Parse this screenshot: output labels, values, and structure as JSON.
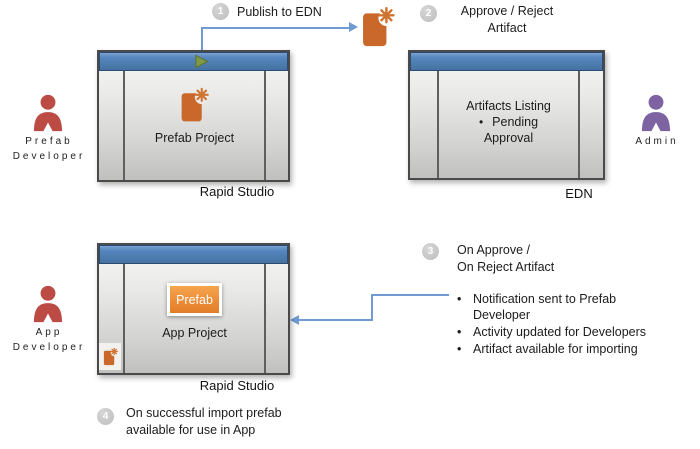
{
  "step1": {
    "number": "1",
    "label": "Publish to EDN"
  },
  "step2": {
    "number": "2",
    "line1": "Approve / Reject",
    "line2": "Artifact"
  },
  "step3": {
    "number": "3",
    "line1": "On Approve /",
    "line2": "On Reject Artifact",
    "bullets": [
      "Notification sent to Prefab Developer",
      "Activity updated for Developers",
      "Artifact available for importing"
    ]
  },
  "step4": {
    "number": "4",
    "line1": "On successful import prefab",
    "line2": "available for use in App"
  },
  "actors": {
    "prefab_developer": {
      "line1": "Prefab",
      "line2": "Developer"
    },
    "admin": {
      "label": "Admin"
    },
    "app_developer": {
      "line1": "App",
      "line2": "Developer"
    }
  },
  "windows": {
    "rapid_studio_top": {
      "content": "Prefab Project",
      "caption": "Rapid Studio"
    },
    "edn": {
      "listing_title": "Artifacts Listing",
      "listing_item_line1": "Pending",
      "listing_item_line2": "Approval",
      "caption": "EDN"
    },
    "rapid_studio_bottom": {
      "button": "Prefab",
      "content": "App Project",
      "caption": "Rapid Studio"
    }
  },
  "icons": {
    "artifact": "document-with-star-icon",
    "play": "play-icon",
    "person": "person-icon"
  },
  "colors": {
    "titlebar_blue": "#5586bd",
    "artifact_orange": "#c9682a",
    "button_orange": "#ed8c37",
    "actor_red": "#bd4b45",
    "actor_purple": "#7e63a2",
    "connector_blue": "#6f9bd2",
    "step_circle_gray": "#c6c6c6",
    "play_green": "#7e9a47"
  }
}
